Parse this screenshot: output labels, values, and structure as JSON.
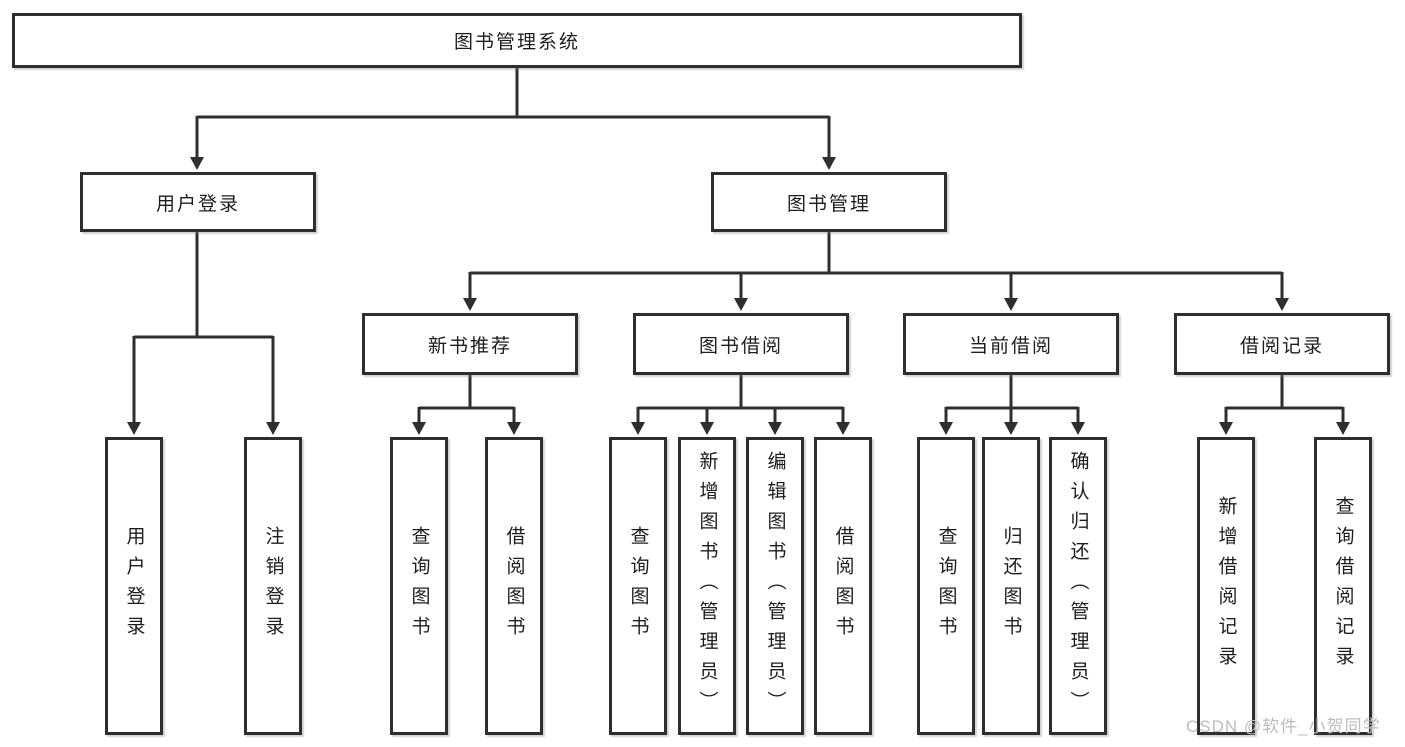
{
  "diagram": {
    "type": "tree",
    "tree": {
      "label": "图书管理系统",
      "children": [
        {
          "label": "用户登录",
          "children": [
            {
              "label": "用户登录"
            },
            {
              "label": "注销登录"
            }
          ]
        },
        {
          "label": "图书管理",
          "children": [
            {
              "label": "新书推荐",
              "children": [
                {
                  "label": "查询图书"
                },
                {
                  "label": "借阅图书"
                }
              ]
            },
            {
              "label": "图书借阅",
              "children": [
                {
                  "label": "查询图书"
                },
                {
                  "label": "新增图书（管理员）"
                },
                {
                  "label": "编辑图书（管理员）"
                },
                {
                  "label": "借阅图书"
                }
              ]
            },
            {
              "label": "当前借阅",
              "children": [
                {
                  "label": "查询图书"
                },
                {
                  "label": "归还图书"
                },
                {
                  "label": "确认归还（管理员）"
                }
              ]
            },
            {
              "label": "借阅记录",
              "children": [
                {
                  "label": "新增借阅记录"
                },
                {
                  "label": "查询借阅记录"
                }
              ]
            }
          ]
        }
      ]
    }
  },
  "watermark": {
    "text": "CSDN @软件_小贺同学"
  },
  "colors": {
    "background": "#ffffff",
    "box_border": "#2e2e2e",
    "connector_line": "#2e2e2e",
    "text": "#1d1d1d",
    "watermark": "#bdbdbd"
  }
}
